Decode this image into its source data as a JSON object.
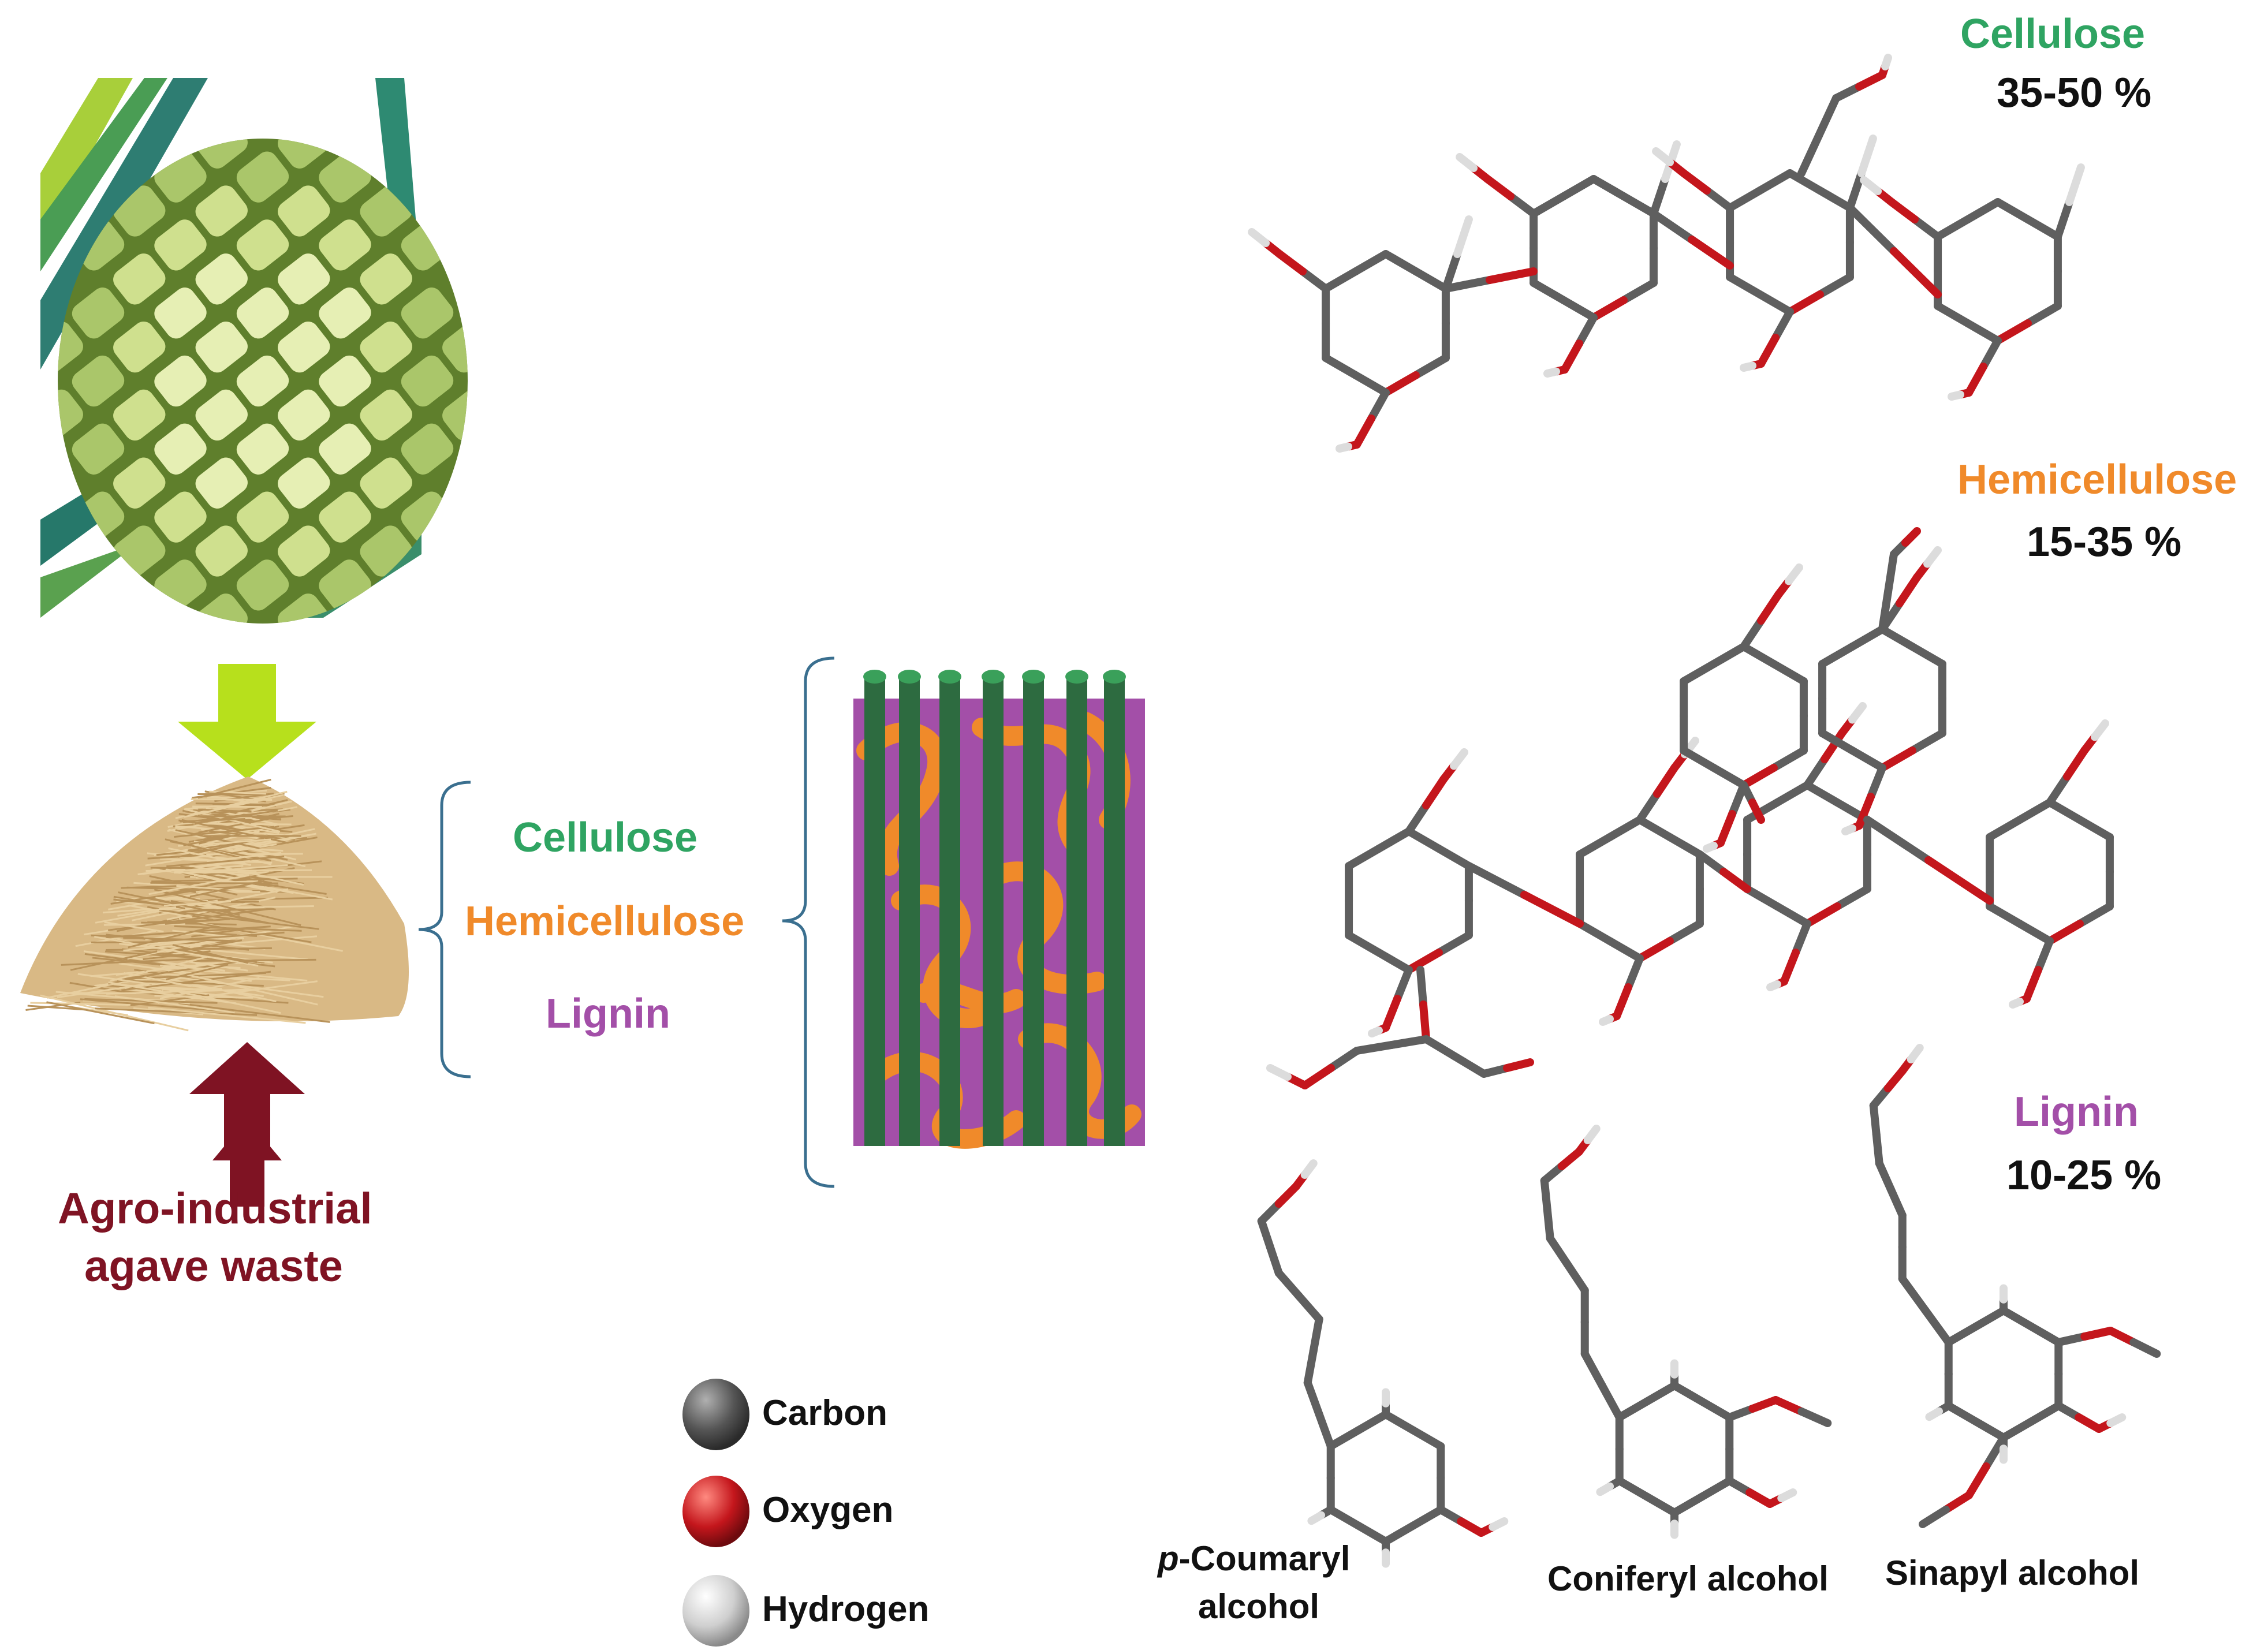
{
  "components": {
    "cellulose": {
      "name": "Cellulose",
      "percent": "35-50 %"
    },
    "hemicellulose": {
      "name": "Hemicellulose",
      "percent": "15-35 %"
    },
    "lignin": {
      "name": "Lignin",
      "percent": "10-25 %"
    }
  },
  "bracket_labels": [
    "Cellulose",
    "Hemicellulose",
    "Lignin"
  ],
  "source": {
    "line1": "Agro-industrial",
    "line2": "agave waste"
  },
  "monolignols": {
    "coumaryl": {
      "prefix": "p",
      "line1": "-Coumaryl",
      "line2": "alcohol"
    },
    "coniferyl": "Coniferyl alcohol",
    "sinapyl": "Sinapyl alcohol"
  },
  "legend": {
    "carbon": "Carbon",
    "oxygen": "Oxygen",
    "hydrogen": "Hydrogen"
  },
  "colors": {
    "cellulose": "#2fa462",
    "hemicellulose": "#f08a2a",
    "lignin": "#a34fa8",
    "maroon": "#7f1323",
    "arrow_green": "#b7e01c",
    "carbon": "#5a5a5a",
    "oxygen": "#c4161c",
    "hydrogen": "#d8d8d8"
  }
}
